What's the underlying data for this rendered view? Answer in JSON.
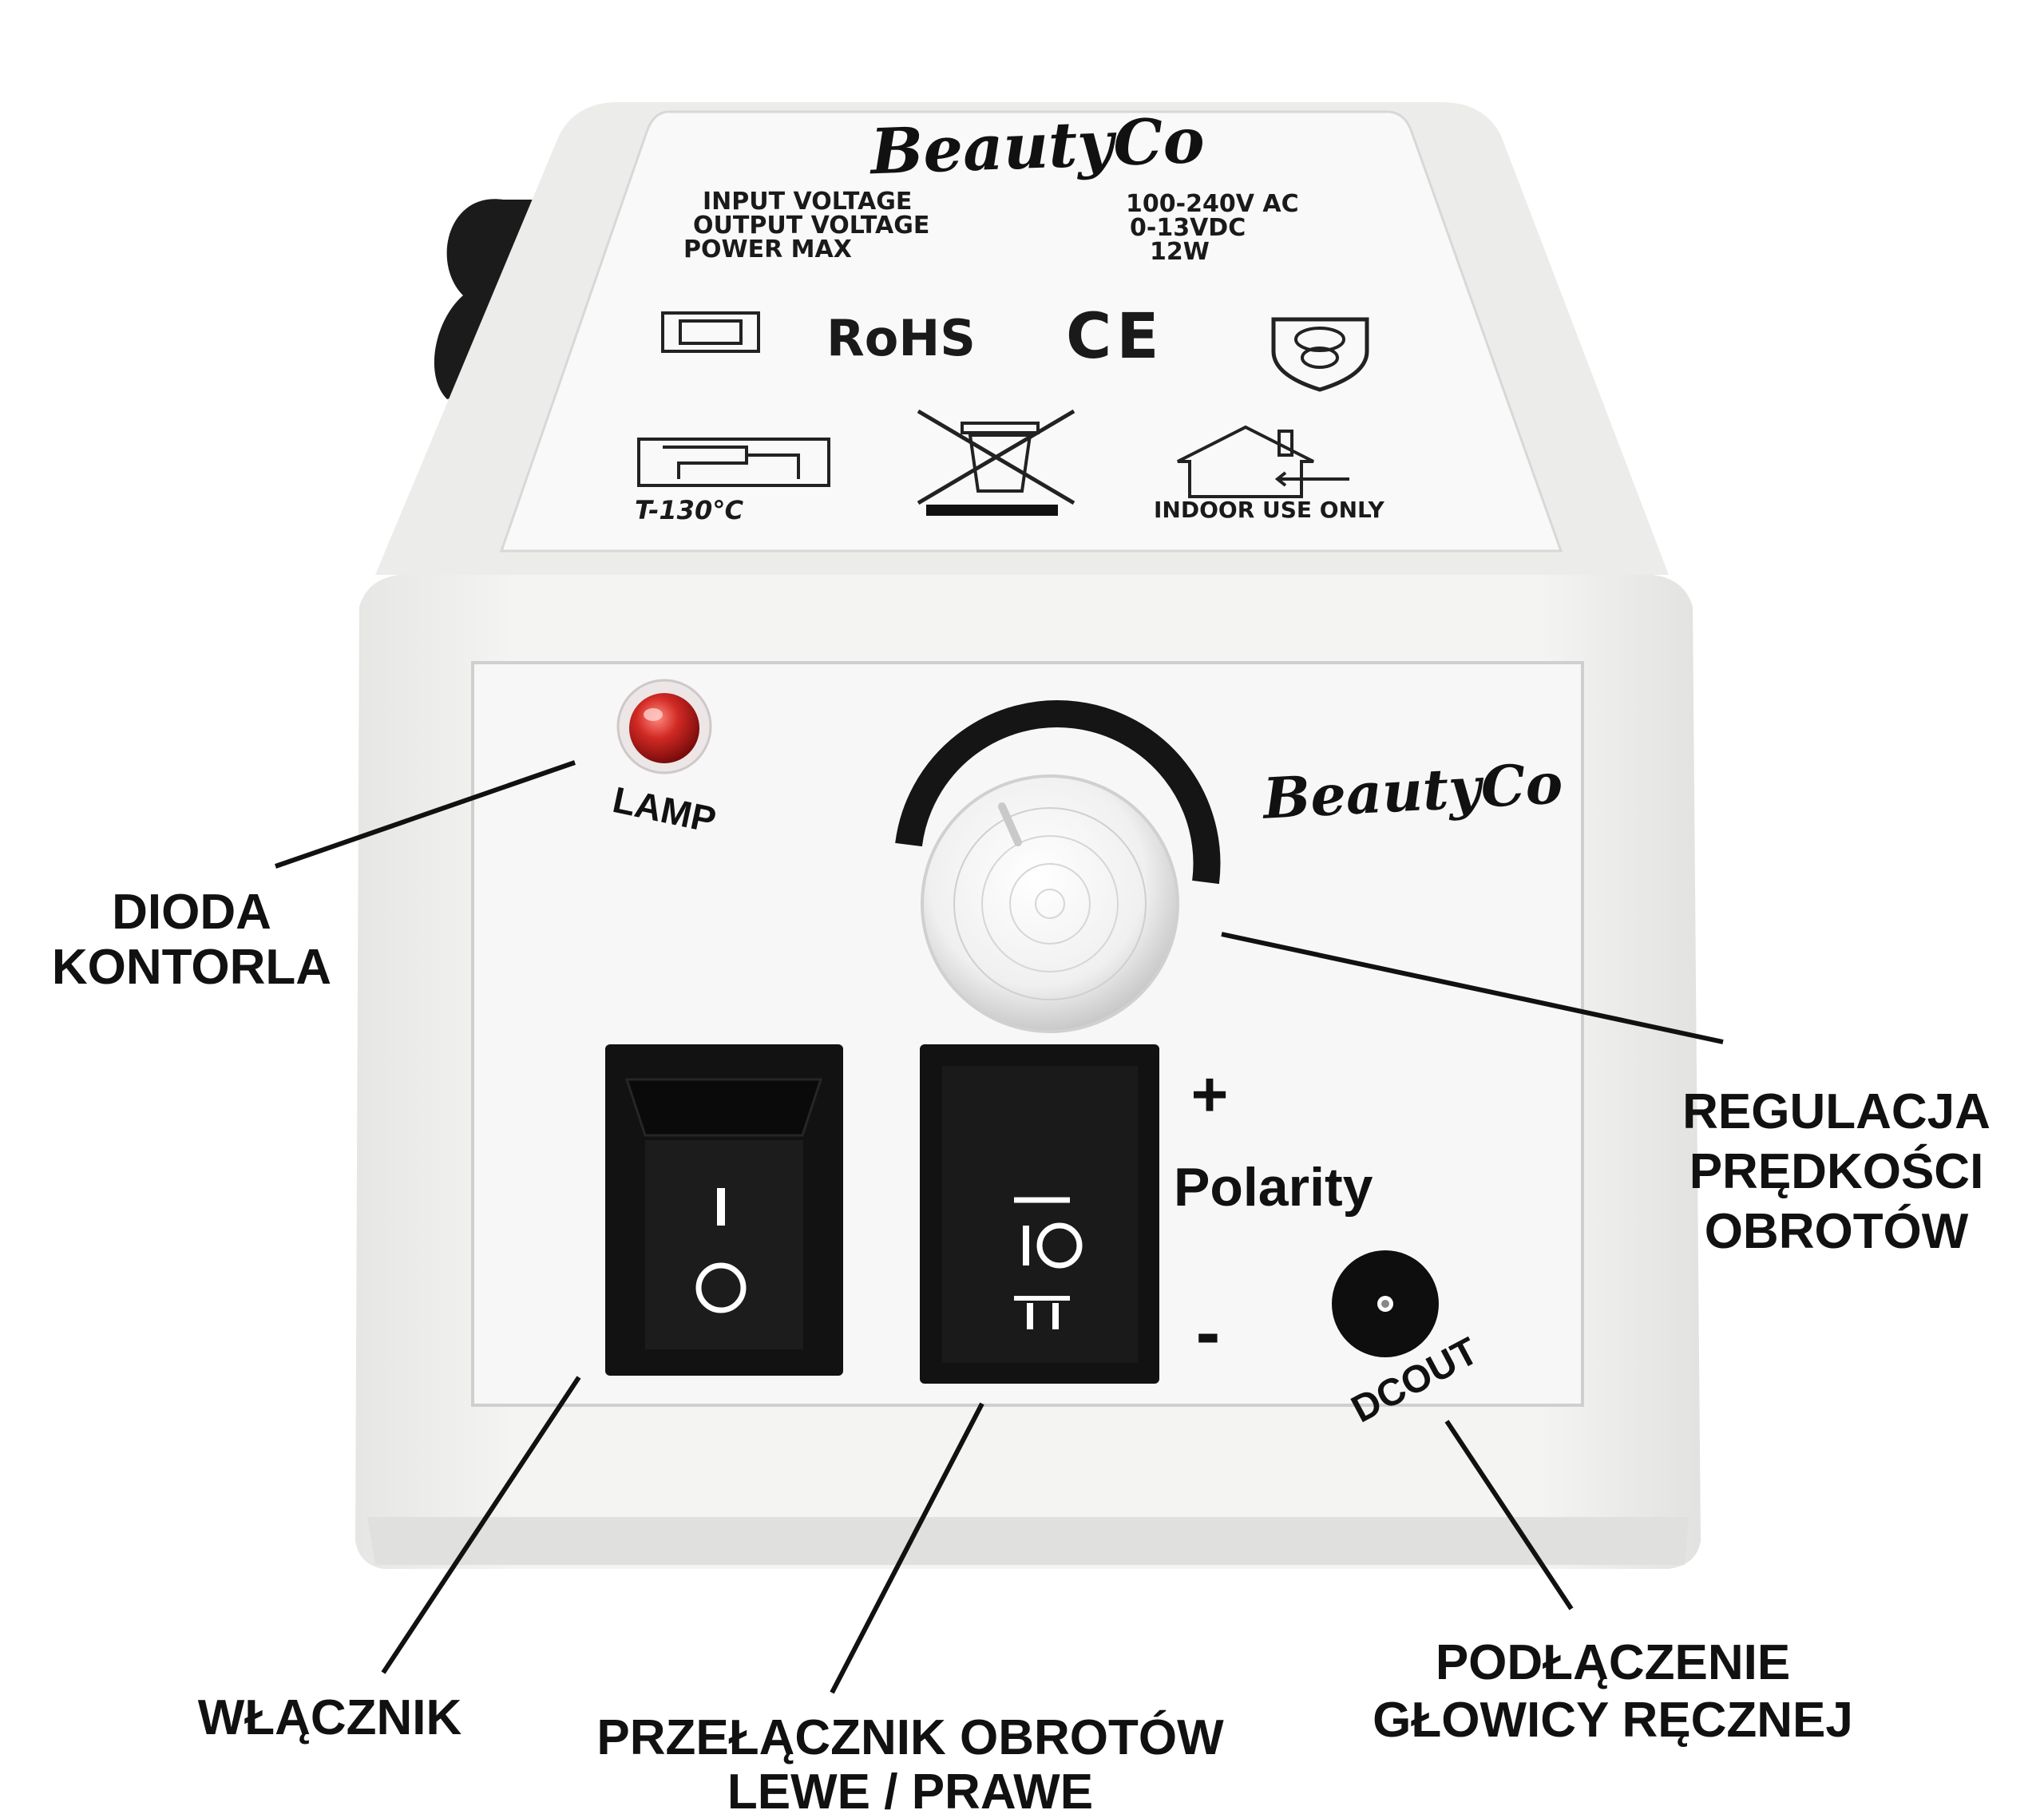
{
  "label_plate": {
    "brand": "BeautyCo",
    "specs": [
      {
        "name": "INPUT VOLTAGE",
        "value": "100-240V AC"
      },
      {
        "name": "OUTPUT VOLTAGE",
        "value": "0-13VDC"
      },
      {
        "name": "POWER MAX",
        "value": "12W"
      }
    ],
    "rohs": "RoHS",
    "ce": "CE",
    "fuse_text": "T-130℃",
    "indoor_text": "INDOOR USE ONLY"
  },
  "front_panel": {
    "lamp_label": "LAMP",
    "brand": "BeautyCo",
    "polarity_plus": "+",
    "polarity_label": "Polarity",
    "polarity_minus": "-",
    "dcout_label": "DCOUT",
    "power_switch_symbols": {
      "on": "I",
      "off": "O"
    },
    "direction_switch_symbols": {
      "top": "I",
      "middle": "O",
      "bottom": "II"
    }
  },
  "callouts": {
    "dioda": [
      "DIODA",
      "KONTORLA"
    ],
    "regulacja": [
      "REGULACJA",
      "PRĘDKOŚCI",
      "OBROTÓW"
    ],
    "wlacznik": [
      "WŁĄCZNIK"
    ],
    "przelacznik": [
      "PRZEŁĄCZNIK OBROTÓW",
      "LEWE / PRAWE"
    ],
    "podlaczenie": [
      "PODŁĄCZENIE",
      "GŁOWICY RĘCZNEJ"
    ]
  },
  "colors": {
    "body": "#f1f1ef",
    "panel": "#f7f7f7",
    "switch": "#141414",
    "lamp": "#c21a1a",
    "text": "#111111"
  }
}
